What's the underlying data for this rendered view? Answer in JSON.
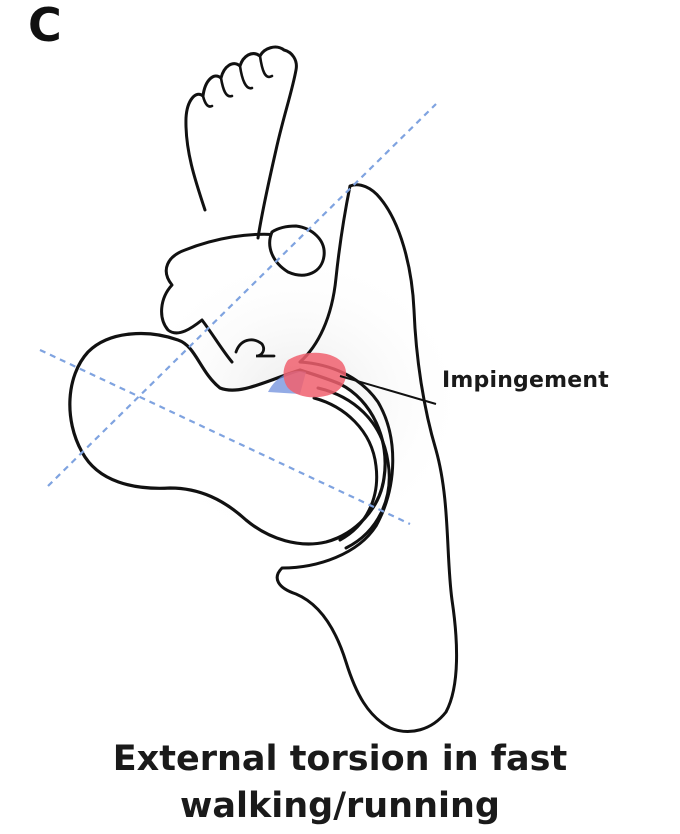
{
  "panel_label": "C",
  "annotation": {
    "label": "Impingement"
  },
  "caption": {
    "line1": "External torsion in fast",
    "line2": "walking/running"
  },
  "colors": {
    "outline": "#111111",
    "axis_lines": "#7fa3e0",
    "impingement_zone": "#f0606e",
    "contact_zone": "#6f8fdc"
  }
}
